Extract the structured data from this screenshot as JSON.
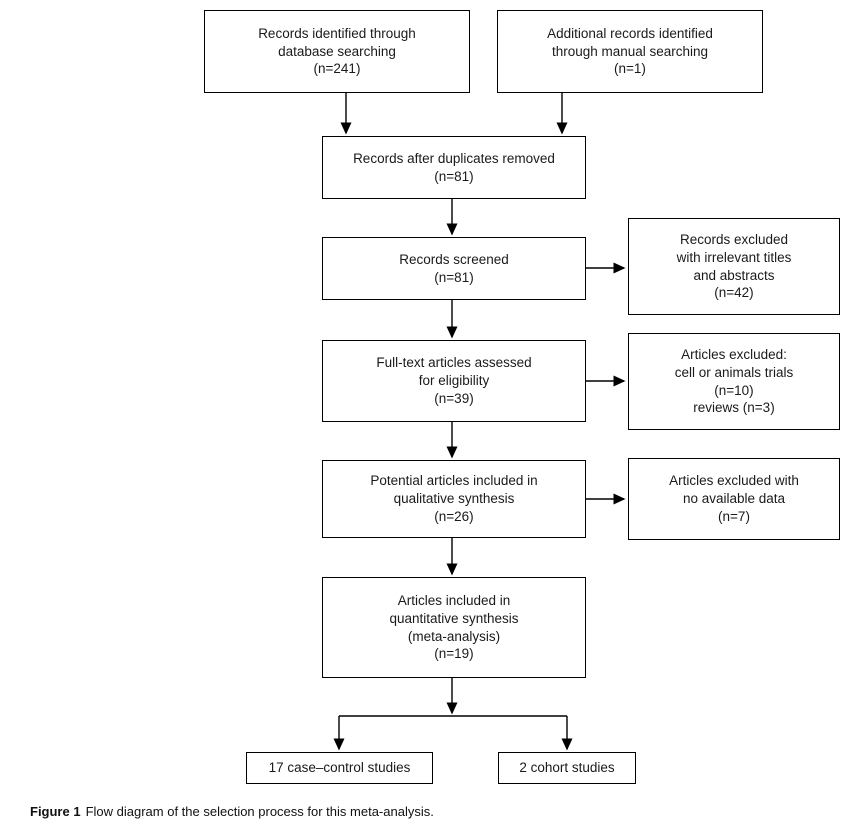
{
  "figure": {
    "caption": {
      "label": "Figure 1",
      "text": "Flow diagram of the selection process for this meta-analysis."
    }
  },
  "colors": {
    "line": "#000000",
    "box_border": "#000000",
    "background": "#ffffff",
    "text": "#1a1a1a"
  },
  "flow": {
    "nodes": {
      "records_db": {
        "label": "Records identified through\ndatabase searching\n(n=241)"
      },
      "records_manual": {
        "label": "Additional records identified\nthrough manual searching\n(n=1)"
      },
      "duplicates_removed": {
        "label": "Records after duplicates removed\n(n=81)"
      },
      "screened": {
        "label": "Records screened\n(n=81)"
      },
      "excluded_screening": {
        "label": "Records excluded\nwith irrelevant titles\nand abstracts\n(n=42)"
      },
      "fulltext_assessed": {
        "label": "Full-text articles assessed\nfor eligibility\n(n=39)"
      },
      "excluded_fulltext": {
        "label": "Articles excluded:\ncell or animals trials\n(n=10)\nreviews (n=3)"
      },
      "qualitative_included": {
        "label": "Potential articles included in\nqualitative synthesis\n(n=26)"
      },
      "excluded_no_data": {
        "label": "Articles excluded with\nno available data\n(n=7)"
      },
      "quantitative_included": {
        "label": "Articles included in\nquantitative synthesis\n(meta-analysis)\n(n=19)"
      },
      "case_control": {
        "label": "17 case–control studies"
      },
      "cohort": {
        "label": "2 cohort studies"
      }
    },
    "edges": [
      {
        "from": "records_db",
        "to": "duplicates_removed"
      },
      {
        "from": "records_manual",
        "to": "duplicates_removed"
      },
      {
        "from": "duplicates_removed",
        "to": "screened"
      },
      {
        "from": "screened",
        "to": "excluded_screening"
      },
      {
        "from": "screened",
        "to": "fulltext_assessed"
      },
      {
        "from": "fulltext_assessed",
        "to": "excluded_fulltext"
      },
      {
        "from": "fulltext_assessed",
        "to": "qualitative_included"
      },
      {
        "from": "qualitative_included",
        "to": "excluded_no_data"
      },
      {
        "from": "qualitative_included",
        "to": "quantitative_included"
      },
      {
        "from": "quantitative_included",
        "to": "case_control"
      },
      {
        "from": "quantitative_included",
        "to": "cohort"
      }
    ]
  }
}
